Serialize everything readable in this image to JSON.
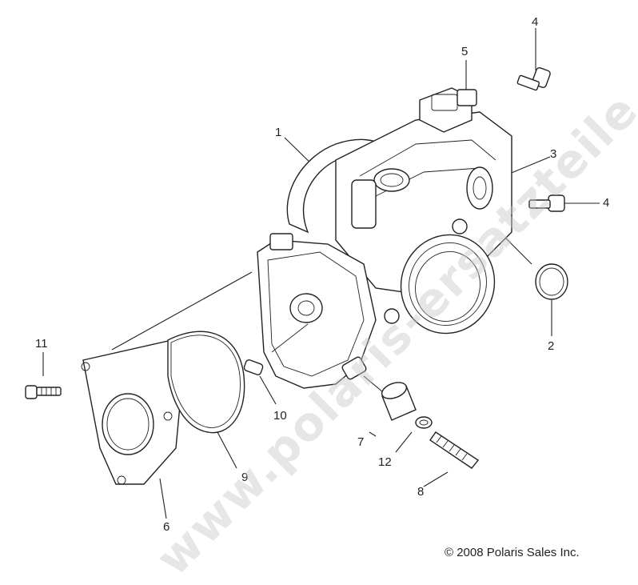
{
  "callouts": {
    "c1": "1",
    "c2": "2",
    "c3": "3",
    "c4a": "4",
    "c4b": "4",
    "c5": "5",
    "c6": "6",
    "c7": "7",
    "c8": "8",
    "c9": "9",
    "c10": "10",
    "c11": "11",
    "c12": "12"
  },
  "copyright": "© 2008 Polaris Sales Inc.",
  "watermark": "www.polaris-ersatzteile.de"
}
